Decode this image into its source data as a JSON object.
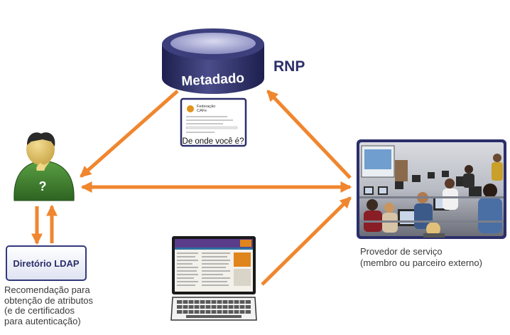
{
  "metadata_db": {
    "label": "Metadado",
    "owner": "RNP"
  },
  "discovery_card": {
    "heading_line1": "Federação",
    "heading_line2": "CAFe",
    "question": "De onde você é?"
  },
  "user": {
    "symbol": "?"
  },
  "ldap": {
    "title": "Diretório LDAP",
    "caption_lines": [
      "Recomendação para",
      "obtenção de atributos",
      "(e de certificados",
      "para autenticação)"
    ]
  },
  "service_provider": {
    "caption_lines": [
      "Provedor de serviço",
      "(membro ou parceiro externo)"
    ]
  },
  "colors": {
    "arrow": "#f0862e",
    "db_dark": "#25275c",
    "db_light": "#b5b7da",
    "user_body": "#3b7a2d",
    "user_skin": "#e2c66c",
    "frame": "#2b2e6a"
  },
  "icons": [
    "database-icon",
    "user-icon",
    "laptop-icon",
    "classroom-photo"
  ]
}
